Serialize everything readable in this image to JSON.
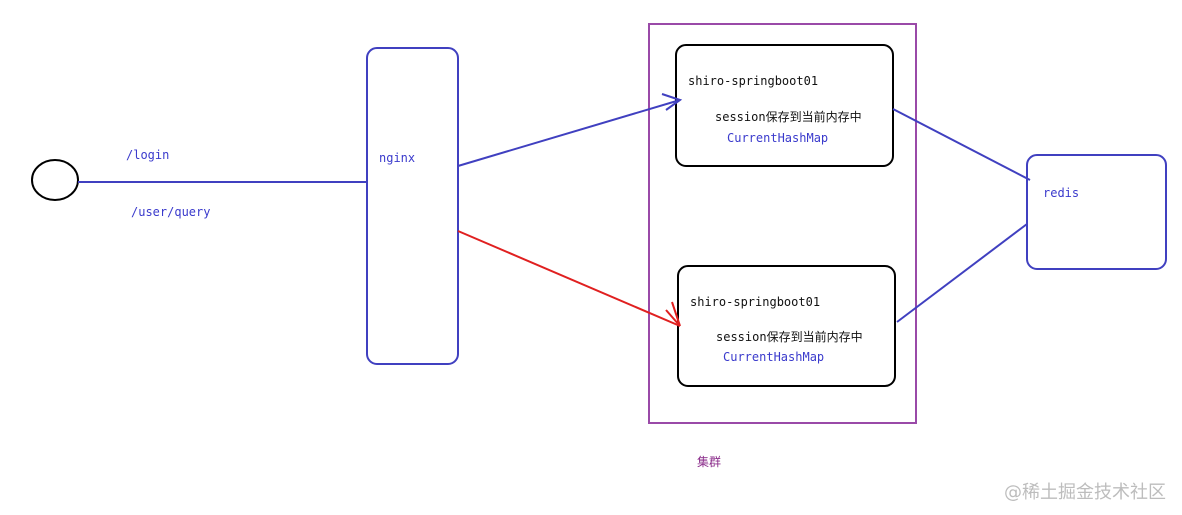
{
  "edges": {
    "login": "/login",
    "user_query": "/user/query"
  },
  "nodes": {
    "nginx": "nginx",
    "redis": "redis",
    "server1": {
      "title": "shiro-springboot01",
      "session": "session保存到当前内存中",
      "map": "CurrentHashMap"
    },
    "server2": {
      "title": "shiro-springboot01",
      "session": "session保存到当前内存中",
      "map": "CurrentHashMap"
    }
  },
  "cluster": {
    "label": "集群"
  },
  "watermark": "@稀土掘金技术社区",
  "colors": {
    "blue": "#4040c0",
    "red": "#e02020",
    "purple": "#9a4aa8",
    "black": "#000000"
  }
}
